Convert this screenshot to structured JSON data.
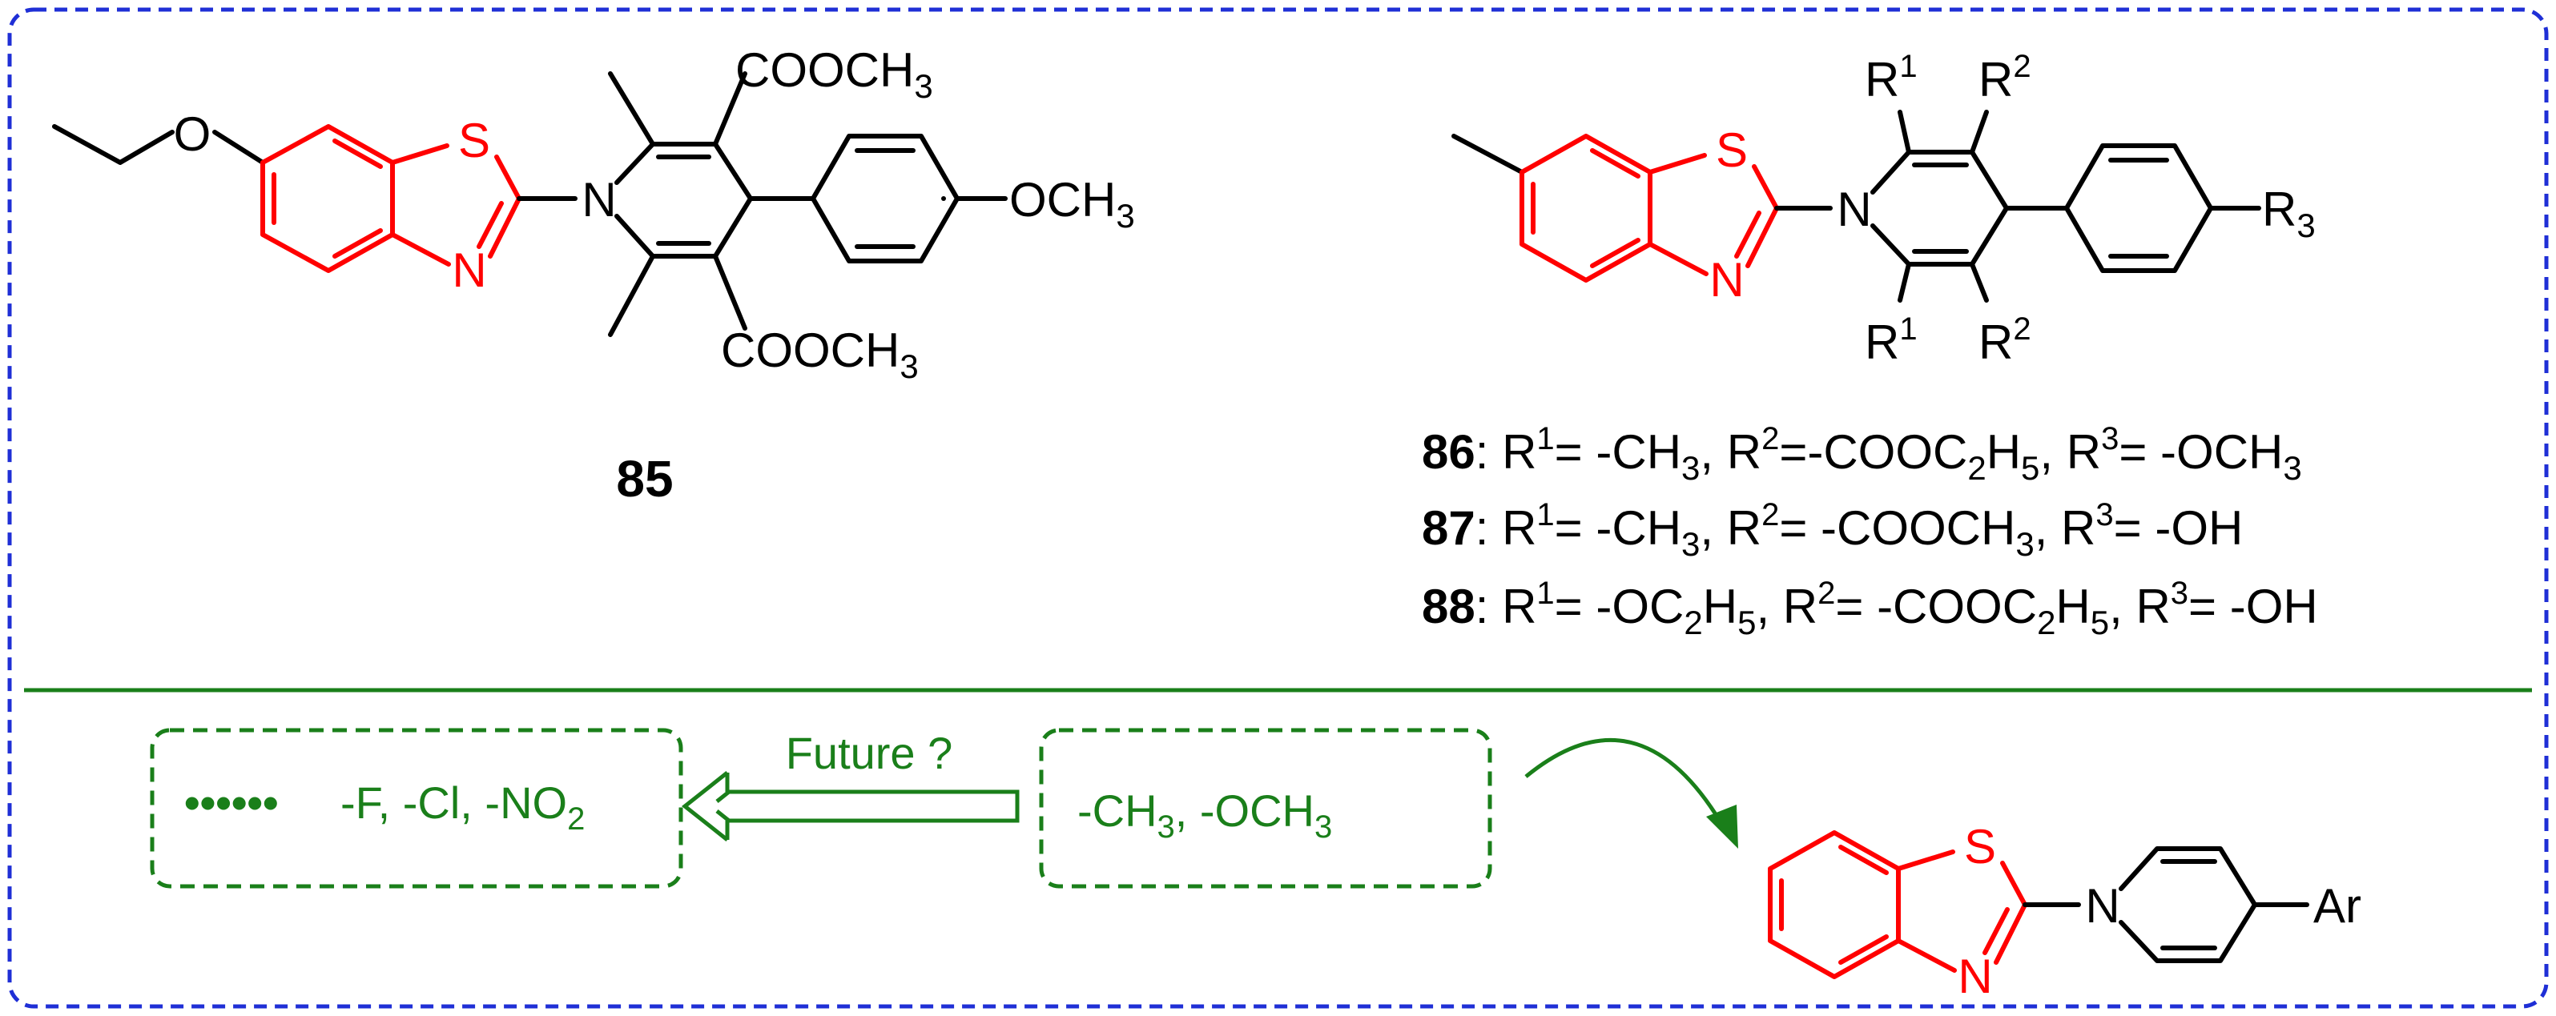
{
  "colors": {
    "frame": "#1f2fd6",
    "divider": "#1a7f1a",
    "accent_green": "#1a7f1a",
    "benzothiazole_red": "#ff0000",
    "bonds": "#000000"
  },
  "compound_85": {
    "number": "85",
    "ester_top": "COOCH",
    "ester_top_sub": "3",
    "ester_bottom": "COOCH",
    "ester_bottom_sub": "3",
    "para_group": "OCH",
    "para_group_sub": "3",
    "ether_o": "O",
    "ring_s": "S",
    "ring_n": "N",
    "dhp_n": "N"
  },
  "general_structure": {
    "r1_top": "R",
    "r1_top_sup": "1",
    "r2_top": "R",
    "r2_top_sup": "2",
    "r1_bottom": "R",
    "r1_bottom_sup": "1",
    "r2_bottom": "R",
    "r2_bottom_sup": "2",
    "para_group": "R",
    "para_group_sub": "3",
    "ring_s": "S",
    "ring_n": "N",
    "dhp_n": "N"
  },
  "compound_list": [
    {
      "number": "86",
      "r1": "-CH",
      "r1_sub": "3",
      "r2_prefix": "=-COOC",
      "r2_sub1": "2",
      "r2_mid": "H",
      "r2_sub2": "5",
      "r3": "= -OCH",
      "r3_sub": "3"
    },
    {
      "number": "87",
      "r1": "-CH",
      "r1_sub": "3",
      "r2_prefix": "= -COOCH",
      "r2_sub1": "3",
      "r3": "= -OH"
    },
    {
      "number": "88",
      "r1": "-OC",
      "r1_sub1": "2",
      "r1_mid": "H",
      "r1_sub2": "5",
      "r2_prefix": "= -COOC",
      "r2_sub1": "2",
      "r2_mid": "H",
      "r2_sub2": "5",
      "r3": "= -OH"
    }
  ],
  "sar": {
    "future_box": {
      "dots": "••••••",
      "groups": "-F, -Cl, -NO",
      "groups_sub": "2"
    },
    "arrow_label": "Future ?",
    "current_box": {
      "groups_a": "-CH",
      "groups_a_sub": "3",
      "groups_b": ", -OCH",
      "groups_b_sub": "3"
    },
    "scaffold": {
      "ring_s": "S",
      "ring_n": "N",
      "dhp_n": "N",
      "aryl": "Ar"
    }
  }
}
